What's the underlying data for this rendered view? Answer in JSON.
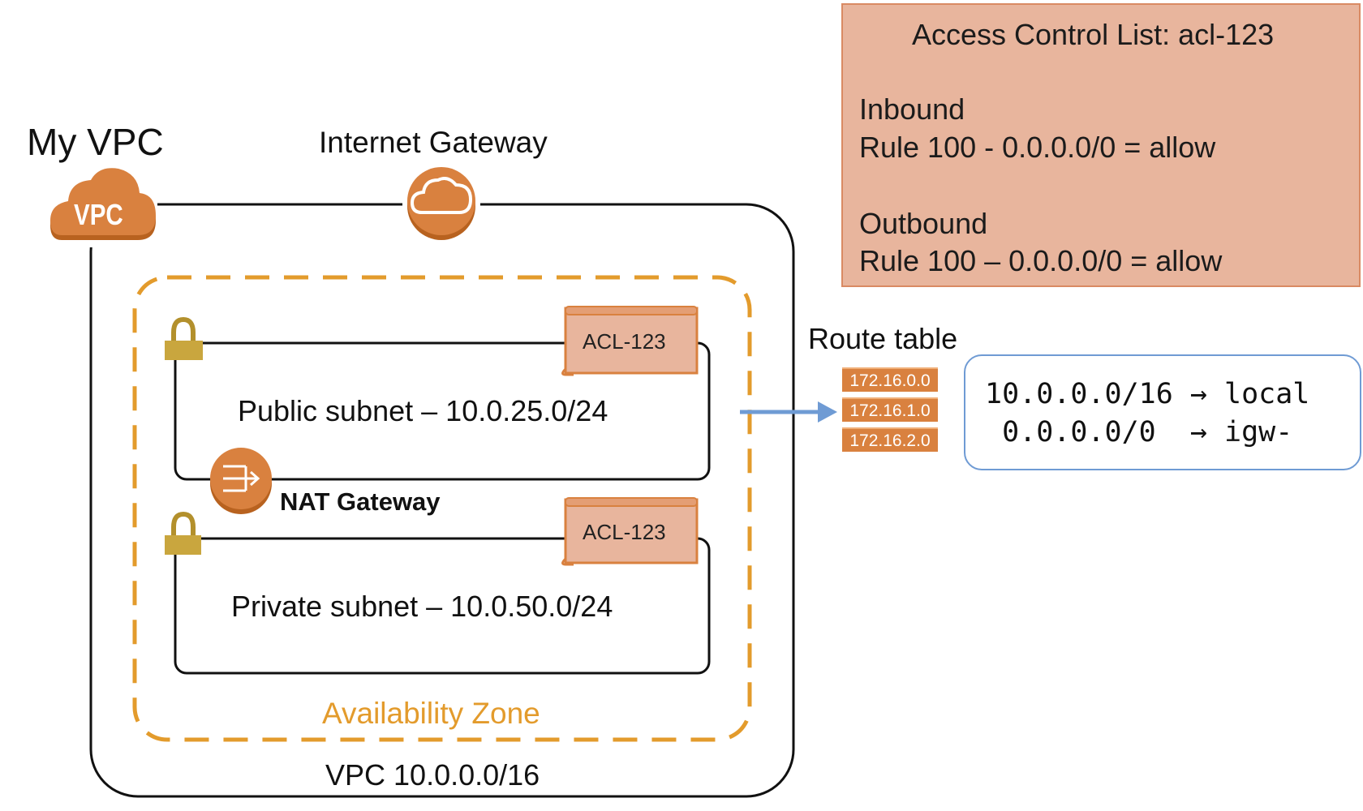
{
  "vpc": {
    "title": "My VPC",
    "icon_label": "VPC",
    "cidr_label": "VPC 10.0.0.0/16"
  },
  "internet_gateway": {
    "title": "Internet  Gateway"
  },
  "availability_zone": {
    "label": "Availability Zone"
  },
  "subnets": {
    "public": {
      "label": "Public subnet – 10.0.25.0/24",
      "acl_tag": "ACL-123"
    },
    "private": {
      "label": "Private subnet – 10.0.50.0/24",
      "acl_tag": "ACL-123"
    }
  },
  "nat_gateway": {
    "label": "NAT Gateway"
  },
  "route_table": {
    "title": "Route table",
    "chips": [
      "172.16.0.0",
      "172.16.1.0",
      "172.16.2.0"
    ],
    "routes": [
      {
        "text": "10.0.0.0/16 → local"
      },
      {
        "text": " 0.0.0.0/0  → igw-"
      }
    ]
  },
  "acl_panel": {
    "header_prefix": "Access Control List: ",
    "header_name": "acl-123",
    "inbound_title": "Inbound",
    "inbound_rule": "Rule 100 - 0.0.0.0/0 = allow",
    "outbound_title": "Outbound",
    "outbound_rule": "Rule 100 – 0.0.0.0/0 = allow"
  },
  "colors": {
    "aws_orange": "#d9813f",
    "az_dash": "#e39b2c",
    "lock_gold": "#c9a63e",
    "acl_panel_bg": "#e8b59d",
    "route_box_border": "#6f9bd4",
    "arrow_blue": "#6f9bd4"
  }
}
